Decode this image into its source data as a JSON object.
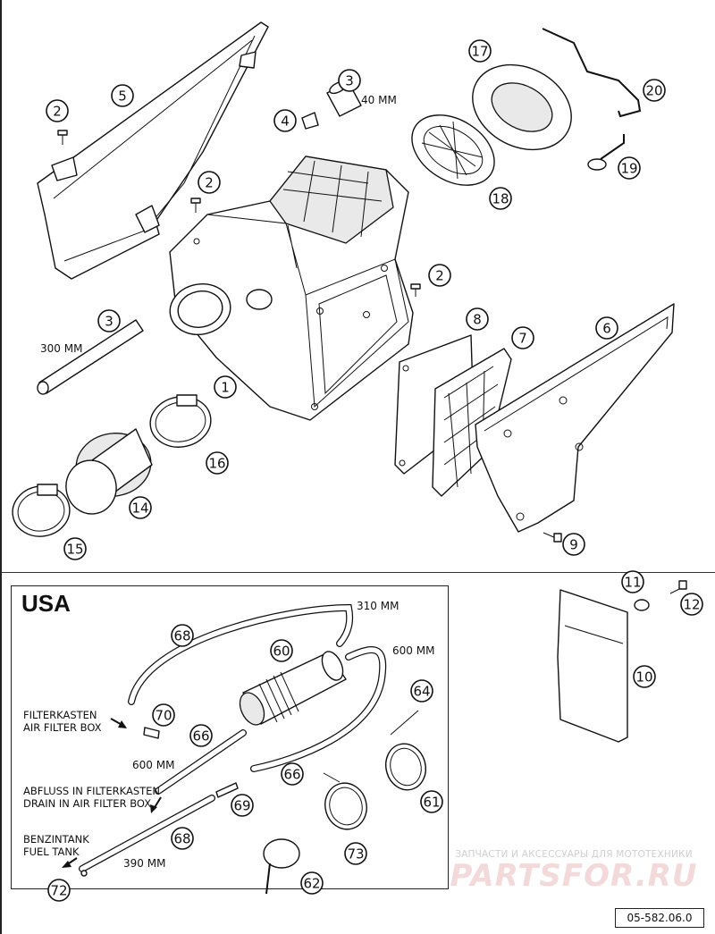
{
  "callouts": [
    {
      "n": "1"
    },
    {
      "n": "2"
    },
    {
      "n": "2"
    },
    {
      "n": "2"
    },
    {
      "n": "3"
    },
    {
      "n": "3"
    },
    {
      "n": "4"
    },
    {
      "n": "5"
    },
    {
      "n": "6"
    },
    {
      "n": "7"
    },
    {
      "n": "8"
    },
    {
      "n": "9"
    },
    {
      "n": "10"
    },
    {
      "n": "11"
    },
    {
      "n": "12"
    },
    {
      "n": "14"
    },
    {
      "n": "15"
    },
    {
      "n": "16"
    },
    {
      "n": "17"
    },
    {
      "n": "18"
    },
    {
      "n": "19"
    },
    {
      "n": "20"
    },
    {
      "n": "68"
    },
    {
      "n": "60"
    },
    {
      "n": "70"
    },
    {
      "n": "66"
    },
    {
      "n": "66"
    },
    {
      "n": "64"
    },
    {
      "n": "61"
    },
    {
      "n": "69"
    },
    {
      "n": "73"
    },
    {
      "n": "68"
    },
    {
      "n": "62"
    },
    {
      "n": "72"
    }
  ],
  "dimensions": {
    "hose_3_short": "40 MM",
    "hose_3_long": "300 MM",
    "usa_68_top": "310 MM",
    "usa_top_right": "600 MM",
    "usa_66": "600 MM",
    "usa_68_bottom": "390 MM"
  },
  "usa": {
    "title": "USA",
    "filterkasten_1": "FILTERKASTEN",
    "filterkasten_2": "AIR FILTER BOX",
    "abfluss_1": "ABFLUSS IN FILTERKASTEN",
    "abfluss_2": "DRAIN IN AIR FILTER BOX",
    "benzintank_1": "BENZINTANK",
    "benzintank_2": "FUEL TANK"
  },
  "watermark": {
    "top": "ЗАПЧАСТИ И АКСЕССУАРЫ ДЛЯ МОТОТЕХНИКИ",
    "logo": "PARTSFOR.RU"
  },
  "doc_code": "05-582.06.0"
}
